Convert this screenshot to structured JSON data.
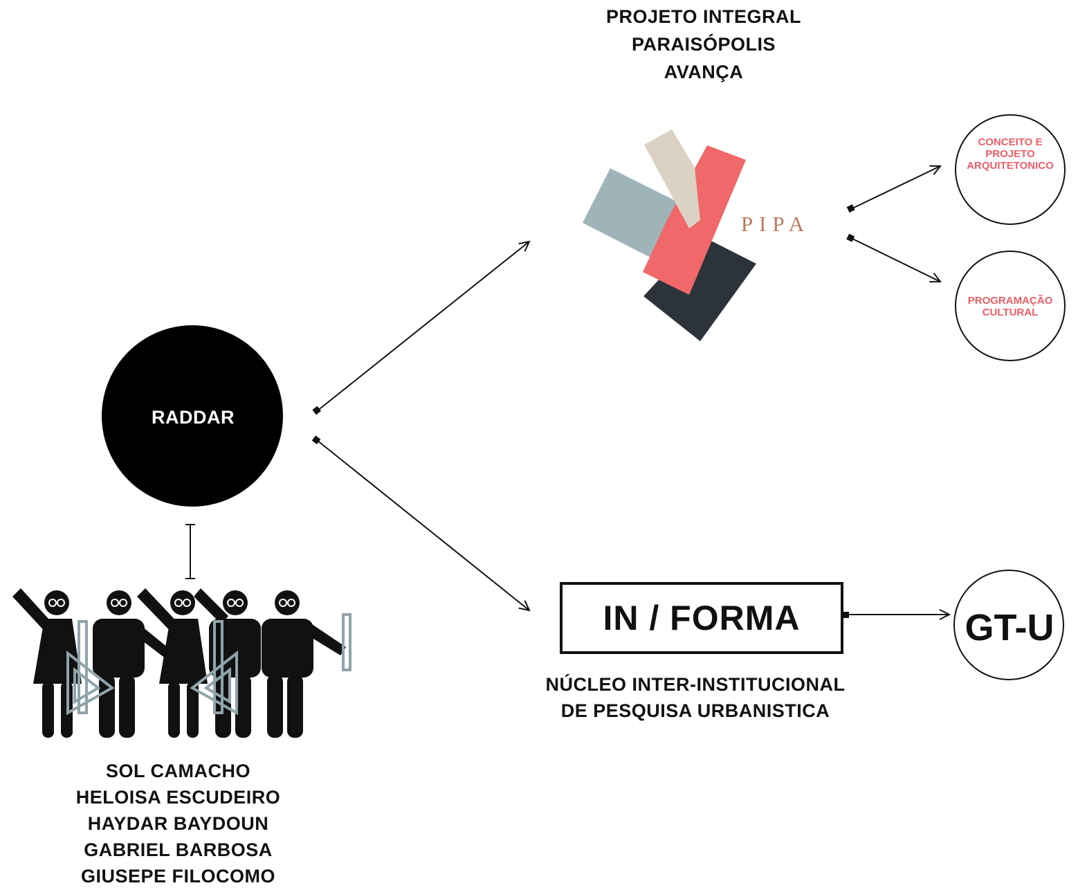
{
  "title": "PROJETO INTEGRAL\nPARAISÓPOLIS\nAVANÇA",
  "raddar": {
    "label": "RADDAR"
  },
  "pipa": {
    "wordmark": "PIPA",
    "wordmark_color": "#b97a5c"
  },
  "pipa_children": {
    "conceito": "CONCEITO E\nPROJETO\nARQUITETONICO",
    "programacao": "PROGRAMAÇÃO\nCULTURAL",
    "text_color": "#ec5e66"
  },
  "informa": {
    "label": "IN / FORMA",
    "subtitle": "NÚCLEO INTER-INSTITUCIONAL\nDE PESQUISA URBANISTICA"
  },
  "gtu": {
    "label": "GT-U"
  },
  "team": {
    "names": "SOL CAMACHO\nHELOISA ESCUDEIRO\nHAYDAR BAYDOUN\nGABRIEL BARBOSA\nGIUSEPE FILOCOMO",
    "figure_color": "#111111",
    "tool_color": "#8fa4aa"
  },
  "logo_colors": {
    "slate": "#9fb4b9",
    "beige": "#dbd2c4",
    "coral": "#f0686a",
    "dark": "#2c333b"
  }
}
